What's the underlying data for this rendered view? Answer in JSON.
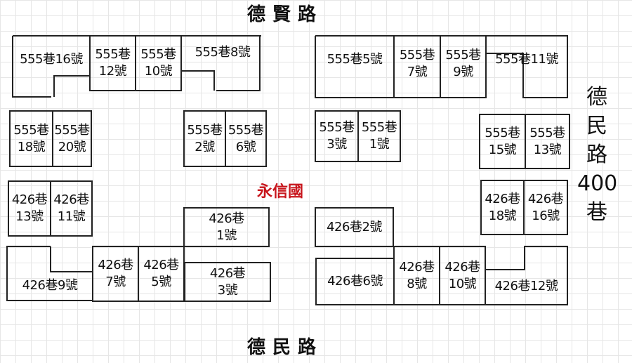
{
  "roads": {
    "top": "德賢路",
    "bottom": "德民路",
    "right": [
      "德",
      "民",
      "路",
      "400",
      "巷"
    ]
  },
  "landmark": {
    "school": "永信國",
    "color": "#c8161d"
  },
  "buildings": {
    "b555_16": "555巷16號",
    "b555_12": "555巷\n12號",
    "b555_10": "555巷\n10號",
    "b555_8": "555巷8號",
    "b555_5": "555巷5號",
    "b555_7": "555巷\n7號",
    "b555_9": "555巷\n9號",
    "b555_11": "555巷11號",
    "b555_18": "555巷\n18號",
    "b555_20": "555巷\n20號",
    "b555_2": "555巷\n2號",
    "b555_6": "555巷\n6號",
    "b555_3": "555巷\n3號",
    "b555_1": "555巷\n1號",
    "b555_15": "555巷\n15號",
    "b555_13": "555巷\n13號",
    "b426_13": "426巷\n13號",
    "b426_11": "426巷\n11號",
    "b426_1": "426巷\n1號",
    "b426_3": "426巷\n3號",
    "b426_9": "426巷9號",
    "b426_7": "426巷\n7號",
    "b426_5": "426巷\n5號",
    "b426_2": "426巷2號",
    "b426_18": "426巷\n18號",
    "b426_16": "426巷\n16號",
    "b426_6": "426巷6號",
    "b426_8": "426巷\n8號",
    "b426_10": "426巷\n10號",
    "b426_12": "426巷12號"
  }
}
